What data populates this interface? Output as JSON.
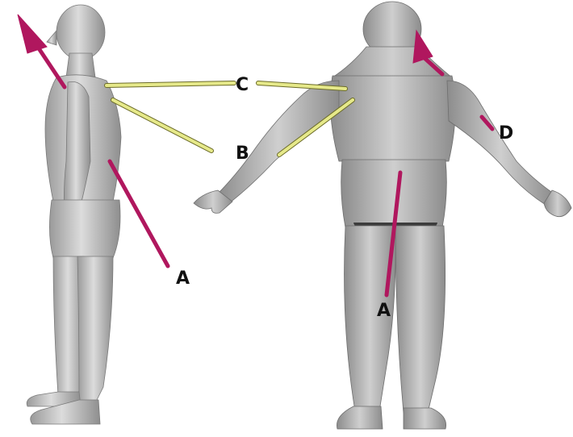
{
  "labels": {
    "a_side": "A",
    "a_back": "A",
    "b": "B",
    "c": "C",
    "d": "D"
  },
  "colors": {
    "axis_magenta": "#b0175e",
    "axis_yellow": "#e6e98a",
    "body_light": "#d4d4d4",
    "body_dark": "#8a8a8a"
  }
}
